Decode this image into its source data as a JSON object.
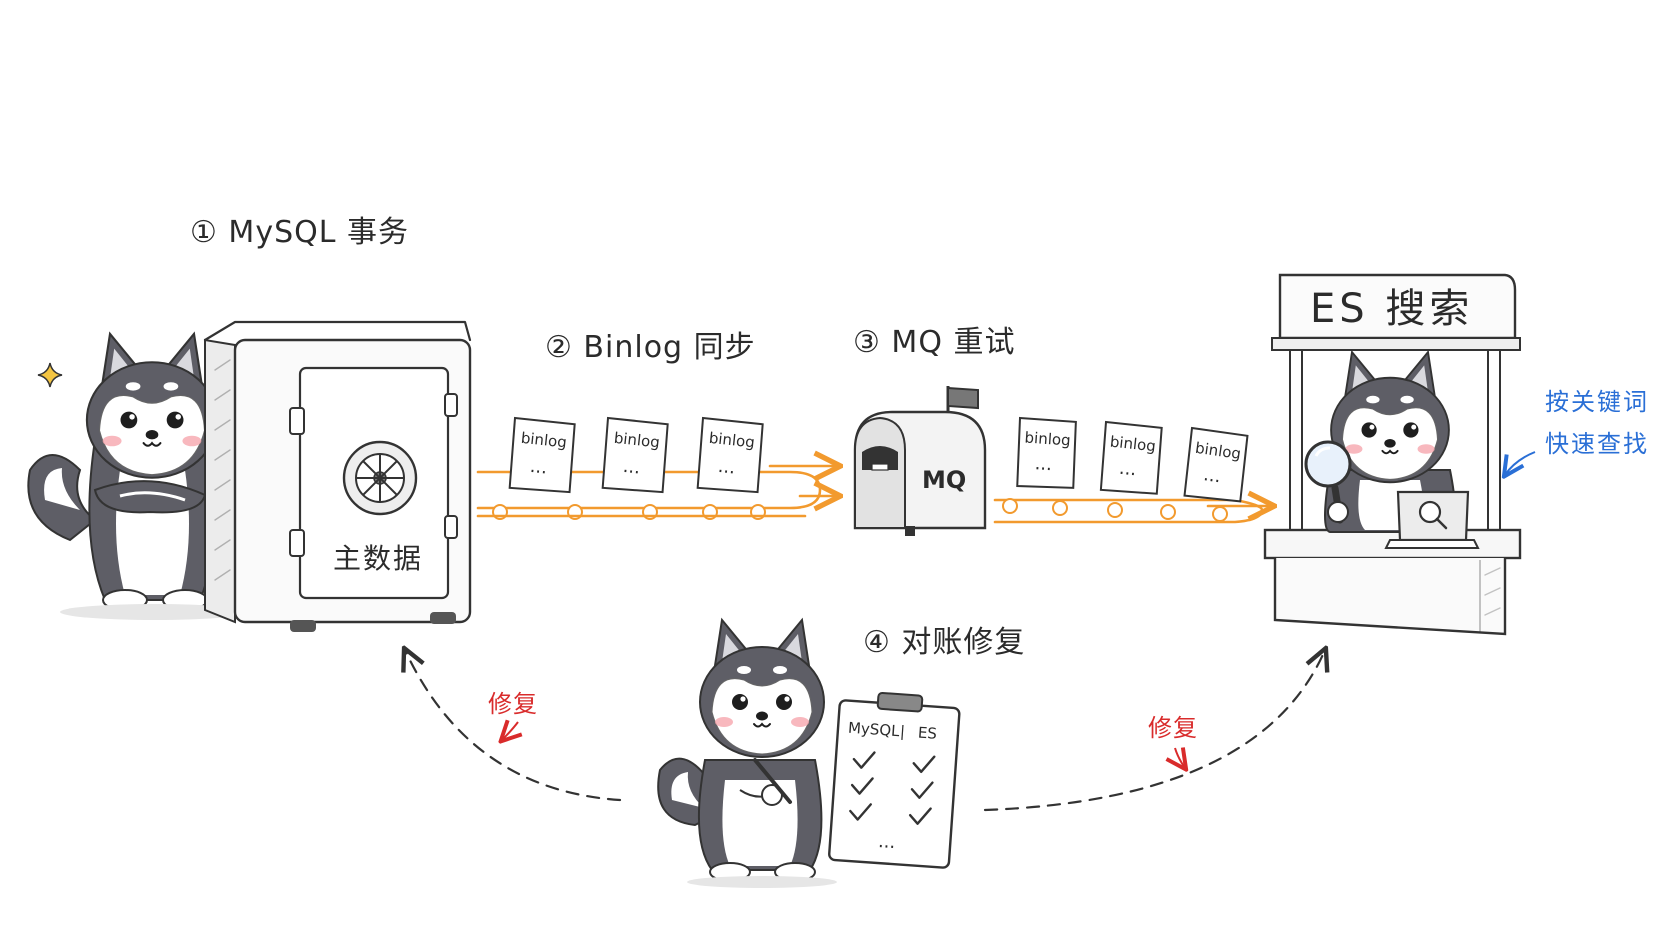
{
  "steps": {
    "step1": "① MySQL 事务",
    "step2": "② Binlog 同步",
    "step3": "③ MQ 重试",
    "step4": "④ 对账修复"
  },
  "safe": {
    "label": "主数据"
  },
  "mailbox": {
    "label": "MQ"
  },
  "es_booth": {
    "sign": "ES 搜索"
  },
  "binlog_papers": {
    "label": "binlog",
    "ellipsis": "..."
  },
  "note_blue": {
    "line1": "按关键词",
    "line2": "快速查找"
  },
  "repair_left": "修复",
  "repair_right": "修复",
  "clipboard": {
    "col_left": "MySQL",
    "separator": "|",
    "col_right": "ES",
    "ellipsis": "..."
  },
  "colors": {
    "conveyor": "#f29a2e",
    "note_blue": "#2a6fd6",
    "repair_red": "#d92b2b",
    "ink": "#333333"
  },
  "icons": {
    "safe": "safe-icon",
    "mailbox": "mailbox-icon",
    "booth": "booth-icon",
    "magnifier": "magnifier-icon",
    "laptop": "laptop-icon",
    "clipboard": "clipboard-icon",
    "husky": "husky-icon",
    "sparkle": "sparkle-icon"
  }
}
